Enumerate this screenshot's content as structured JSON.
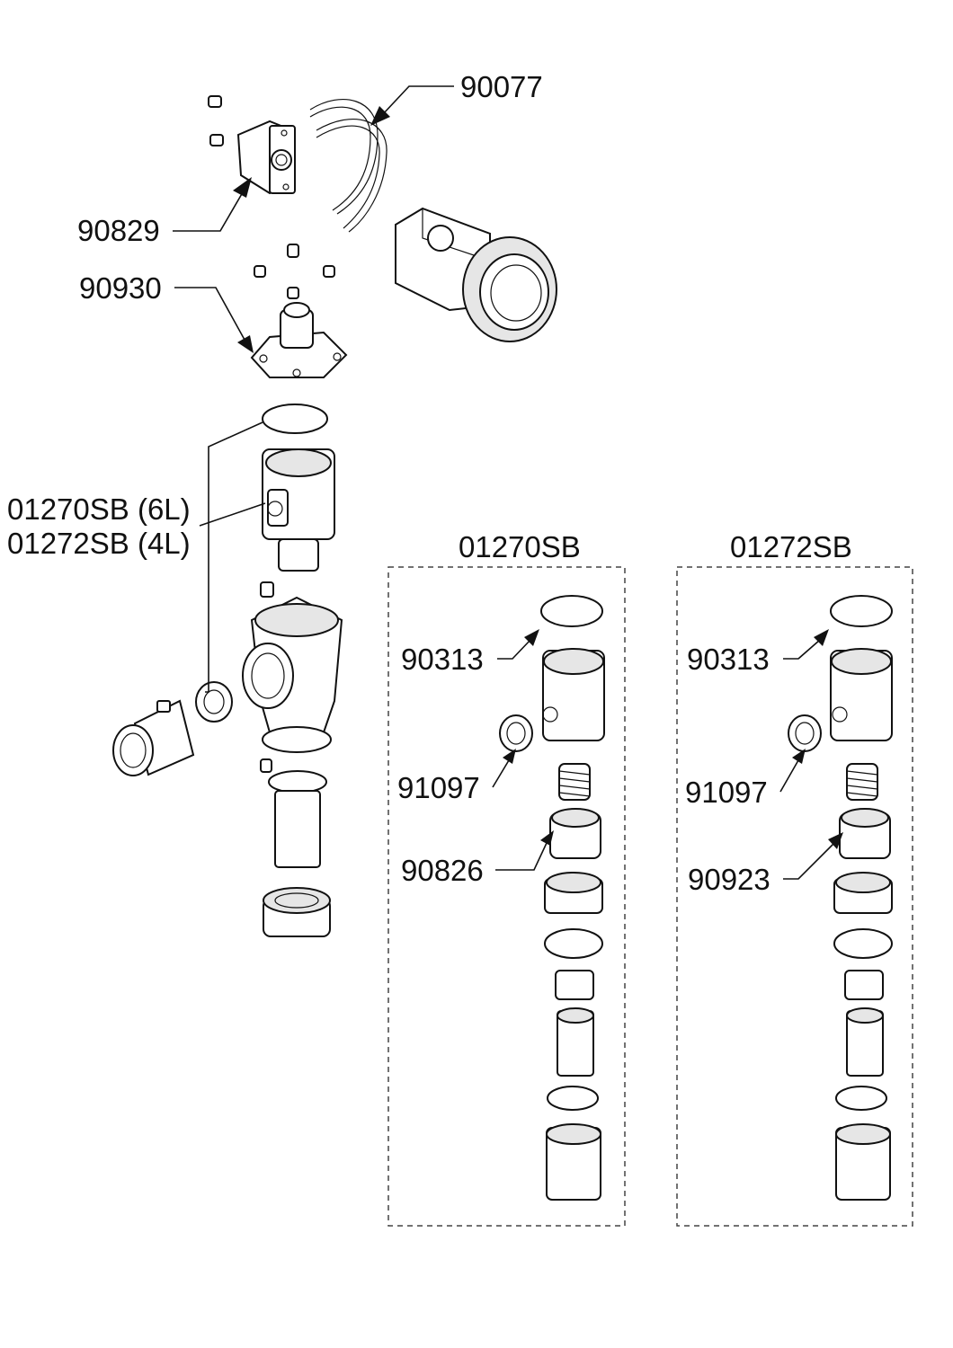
{
  "labels": {
    "tubing": "90077",
    "bracket": "90829",
    "cover": "90930",
    "cartridge_6l": "01270SB (6L)",
    "cartridge_4l": "01272SB (4L)"
  },
  "kit_01270sb": {
    "title": "01270SB",
    "ring": "90313",
    "seal": "91097",
    "piston": "90826"
  },
  "kit_01272sb": {
    "title": "01272SB",
    "ring": "90313",
    "seal": "91097",
    "piston": "90923"
  }
}
